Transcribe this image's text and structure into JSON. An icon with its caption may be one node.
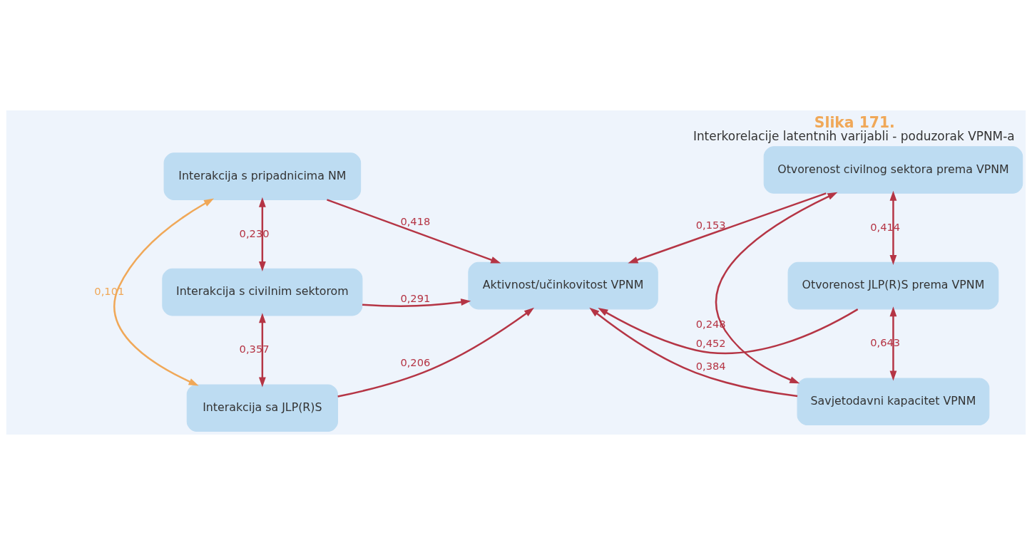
{
  "diagram": {
    "title": "Slika 171.",
    "caption": "Interkorelacije latentnih varijabli - poduzorak VPNM-a",
    "nodes": [
      {
        "text": [
          "Interakcija s pripadnicima NM"
        ]
      },
      {
        "text": [
          "Otvorenost civilnog sektora prema VPNM"
        ]
      },
      {
        "text": [
          "Interakcija s civilnim sektorom"
        ]
      },
      {
        "text": [
          "Aktivnost/učinkovitost VPNM"
        ]
      },
      {
        "text": [
          "Otvorenost JLP(R)S prema VPNM"
        ]
      },
      {
        "text": [
          "Interakcija sa JLP(R)S"
        ]
      },
      {
        "text": [
          "Savjetodavni kapacitet VPNM"
        ]
      }
    ],
    "edges": [
      {
        "from": 0,
        "to": 3,
        "arrow": "to",
        "label": "0,418"
      },
      {
        "from": 1,
        "to": 3,
        "arrow": "to",
        "label": "0,153"
      },
      {
        "from": 0,
        "to": 2,
        "arrow": "both",
        "label": "0,230"
      },
      {
        "from": 1,
        "to": 4,
        "arrow": "both",
        "label": "0,414"
      },
      {
        "from": 2,
        "to": 3,
        "arrow": "to",
        "label": "0,291"
      },
      {
        "from": 4,
        "to": 3,
        "arrow": "to",
        "label": "0,452"
      },
      {
        "from": 2,
        "to": 5,
        "arrow": "both",
        "label": "0,357"
      },
      {
        "from": 4,
        "to": 6,
        "arrow": "both",
        "label": "0,643"
      },
      {
        "from": 5,
        "to": 3,
        "arrow": "to",
        "label": "0,206"
      },
      {
        "from": 6,
        "to": 3,
        "arrow": "to",
        "label": "0,384"
      },
      {
        "from": 0,
        "to": 5,
        "arrow": "both",
        "label": "0,101",
        "color": "#f0a858"
      },
      {
        "from": 1,
        "to": 6,
        "arrow": "both",
        "label": "0,248"
      }
    ]
  }
}
